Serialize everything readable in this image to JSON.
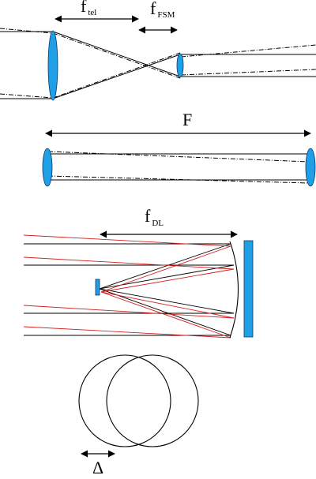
{
  "colors": {
    "lens_fill": "#1e9fe6",
    "lens_stroke": "#0a3a66",
    "ray_line": "#000000",
    "red_ray": "#d61f1f",
    "arrow": "#000000"
  },
  "labels": {
    "f_tel_main": "f",
    "f_tel_sub": "tel",
    "f_fsm_main": "f",
    "f_fsm_sub": "FSM",
    "F_main": "F",
    "f_dl_main": "f",
    "f_dl_sub": "DL",
    "delta": "Δ"
  }
}
